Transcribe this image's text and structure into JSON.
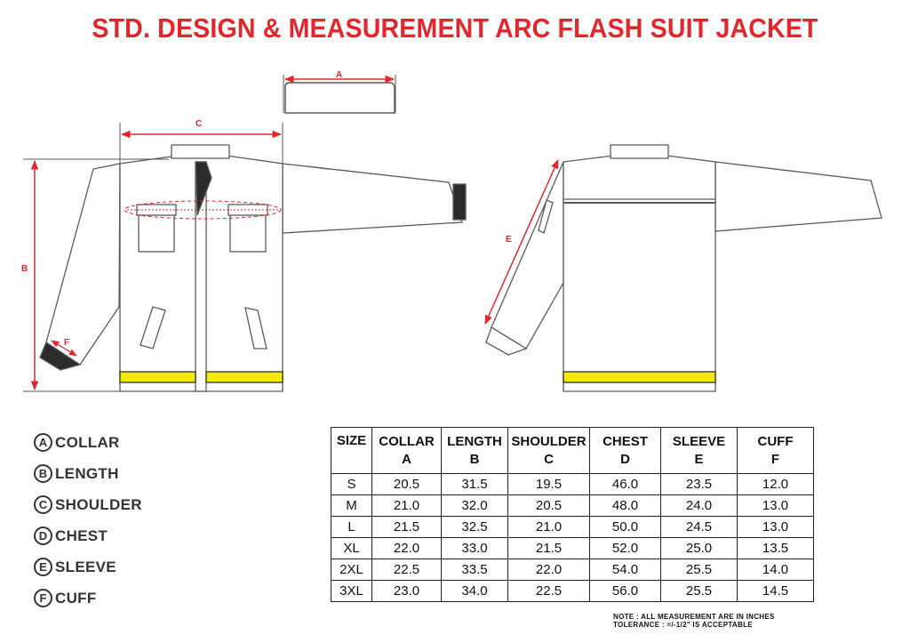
{
  "title": "STD. DESIGN & MEASUREMENT ARC FLASH SUIT JACKET",
  "diagram": {
    "labels": {
      "a": "A",
      "b": "B",
      "c": "C",
      "e": "E",
      "f": "F"
    },
    "colors": {
      "dimension": "#e3262b",
      "outline": "#5a5a5a",
      "reflective_stripe": "#f2ea00",
      "cuff": "#2b2b2b"
    }
  },
  "legend": [
    {
      "letter": "A",
      "label": "COLLAR"
    },
    {
      "letter": "B",
      "label": "LENGTH"
    },
    {
      "letter": "C",
      "label": "SHOULDER"
    },
    {
      "letter": "D",
      "label": "CHEST"
    },
    {
      "letter": "E",
      "label": "SLEEVE"
    },
    {
      "letter": "F",
      "label": "CUFF"
    }
  ],
  "table": {
    "headers": [
      {
        "name": "SIZE",
        "code": ""
      },
      {
        "name": "COLLAR",
        "code": "A"
      },
      {
        "name": "LENGTH",
        "code": "B"
      },
      {
        "name": "SHOULDER",
        "code": "C"
      },
      {
        "name": "CHEST",
        "code": "D"
      },
      {
        "name": "SLEEVE",
        "code": "E"
      },
      {
        "name": "CUFF",
        "code": "F"
      }
    ],
    "rows": [
      [
        "S",
        "20.5",
        "31.5",
        "19.5",
        "46.0",
        "23.5",
        "12.0"
      ],
      [
        "M",
        "21.0",
        "32.0",
        "20.5",
        "48.0",
        "24.0",
        "13.0"
      ],
      [
        "L",
        "21.5",
        "32.5",
        "21.0",
        "50.0",
        "24.5",
        "13.0"
      ],
      [
        "XL",
        "22.0",
        "33.0",
        "21.5",
        "52.0",
        "25.0",
        "13.5"
      ],
      [
        "2XL",
        "22.5",
        "33.5",
        "22.0",
        "54.0",
        "25.5",
        "14.0"
      ],
      [
        "3XL",
        "23.0",
        "34.0",
        "22.5",
        "56.0",
        "25.5",
        "14.5"
      ]
    ]
  },
  "note": {
    "line1": "NOTE : ALL MEASUREMENT ARE IN INCHES",
    "line2": "TOLERANCE : =/-1/2\" IS ACCEPTABLE"
  }
}
